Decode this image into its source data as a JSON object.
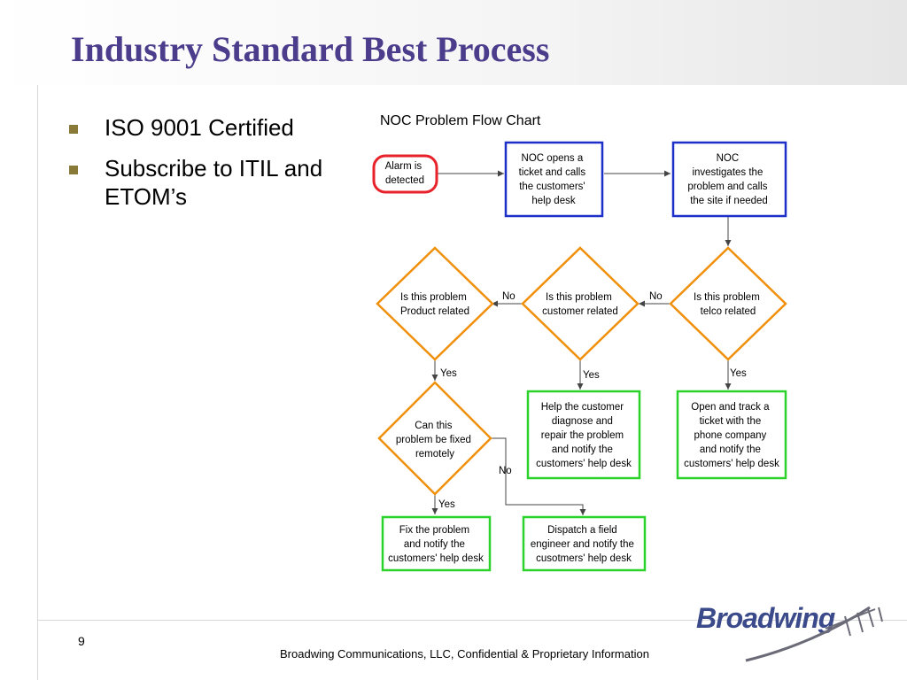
{
  "slide": {
    "title": "Industry Standard Best Process",
    "bullets": [
      "ISO 9001 Certified",
      "Subscribe to ITIL and ETOM’s"
    ],
    "page_number": "9",
    "footer": "Broadwing Communications, LLC,  Confidential & Proprietary Information",
    "logo_text": "Broadwing"
  },
  "flowchart": {
    "title": "NOC Problem Flow Chart",
    "nodes": {
      "alarm": [
        "Alarm is",
        "detected"
      ],
      "noc_opens": [
        "NOC opens a",
        "ticket and calls",
        "the customers'",
        "help desk"
      ],
      "noc_investigates": [
        "NOC",
        "investigates the",
        "problem and calls",
        "the site if needed"
      ],
      "q_telco": [
        "Is this problem",
        "telco related"
      ],
      "q_customer": [
        "Is this problem",
        "customer related"
      ],
      "q_product": [
        "Is this problem",
        "Product related"
      ],
      "open_track": [
        "Open and track a",
        "ticket with the",
        "phone company",
        "and notify the",
        "customers' help desk"
      ],
      "help_customer": [
        "Help the customer",
        "diagnose and",
        "repair the problem",
        "and notify the",
        "customers' help desk"
      ],
      "q_remote": [
        "Can this",
        "problem be fixed",
        "remotely"
      ],
      "fix_problem": [
        "Fix the problem",
        "and notify the",
        "customers' help desk"
      ],
      "dispatch": [
        "Dispatch a field",
        "engineer and notify the",
        "cusotmers' help desk"
      ]
    },
    "edge_labels": {
      "telco_no": "No",
      "customer_no": "No",
      "product_yes": "Yes",
      "customer_yes": "Yes",
      "telco_yes": "Yes",
      "remote_no": "No",
      "remote_yes": "Yes"
    },
    "colors": {
      "start": "#e8222a",
      "process": "#1c2fc8",
      "decision": "#f0900a",
      "result": "#2ad22a",
      "connector": "#444444"
    }
  }
}
